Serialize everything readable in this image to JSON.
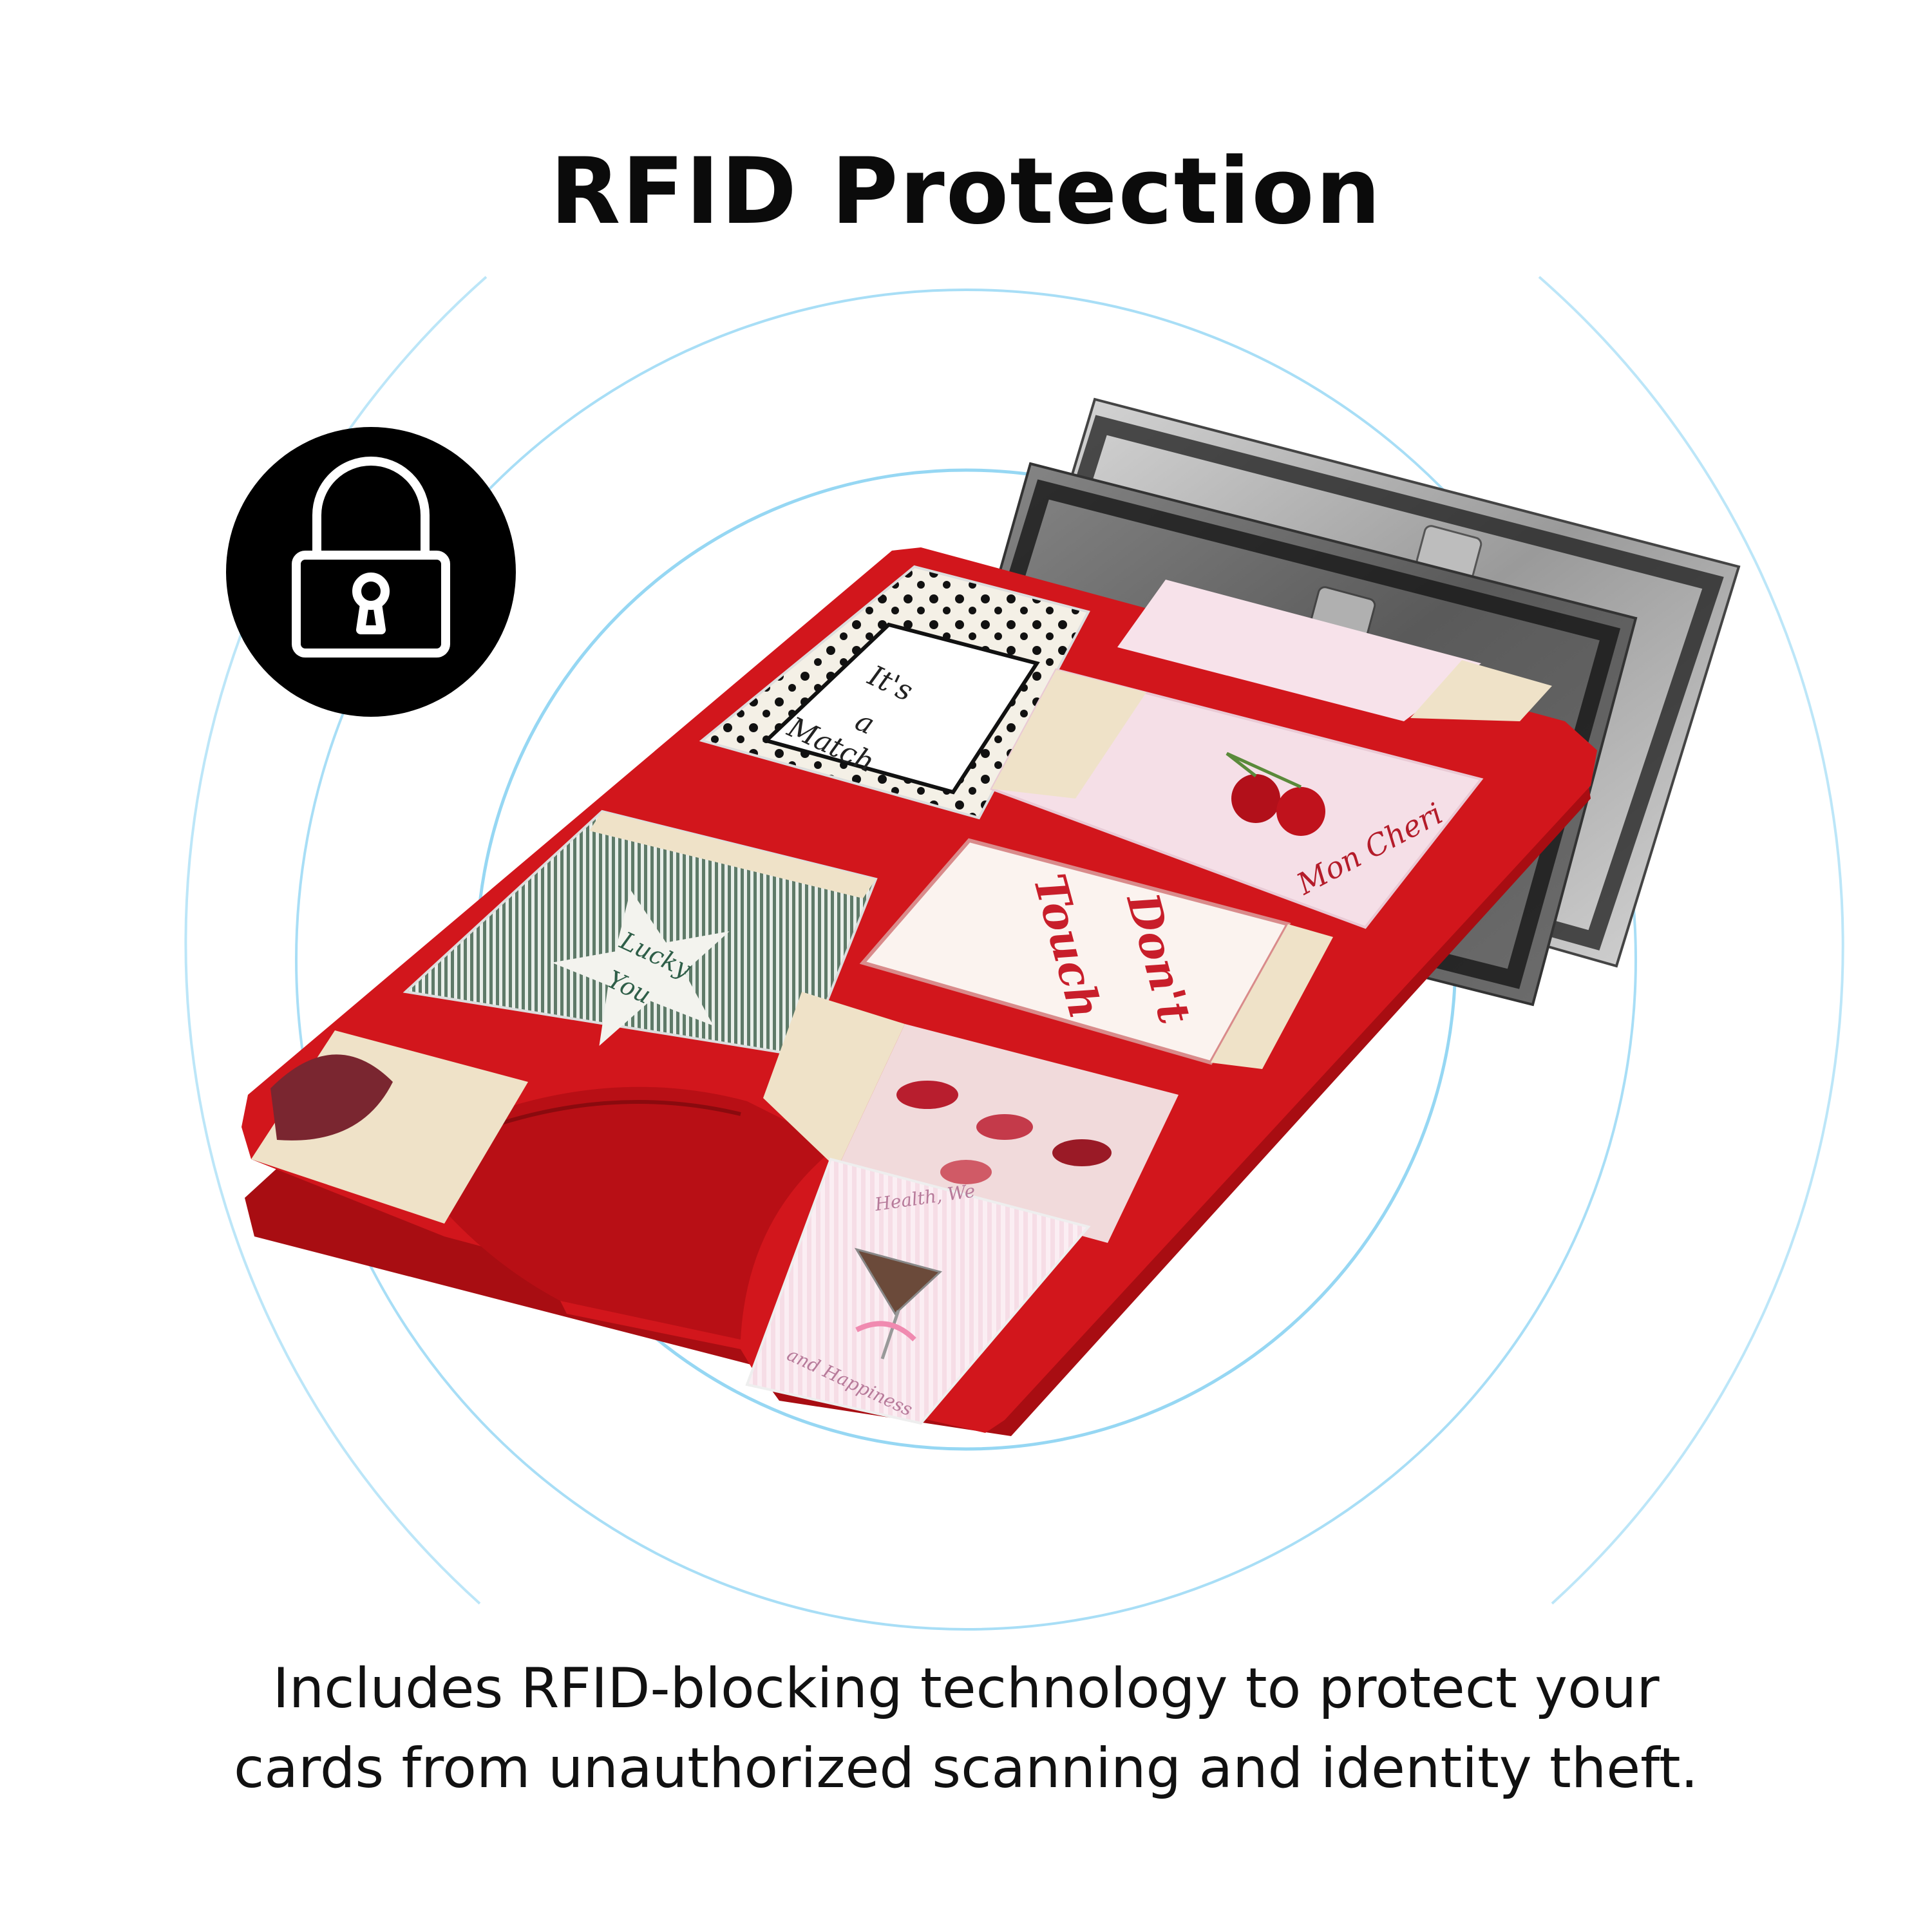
{
  "title": "RFID Protection",
  "caption": {
    "line1": "Includes RFID-blocking technology to protect your",
    "line2": "cards from unauthorized scanning and identity theft."
  },
  "icons": {
    "badge": "lock-icon"
  },
  "colors": {
    "wave": "#3fb6ea",
    "wallet": "#d2161c",
    "badge": "#000000"
  },
  "wallet_prints": {
    "its_a_match": [
      "It's",
      "a",
      "Match"
    ],
    "mon_cheri": "Mon Cheri",
    "dont_touch": [
      "Don't",
      "Touch"
    ],
    "lucky_you": [
      "Lucky",
      "You"
    ],
    "health": [
      "Health, We",
      "and Happiness"
    ]
  }
}
